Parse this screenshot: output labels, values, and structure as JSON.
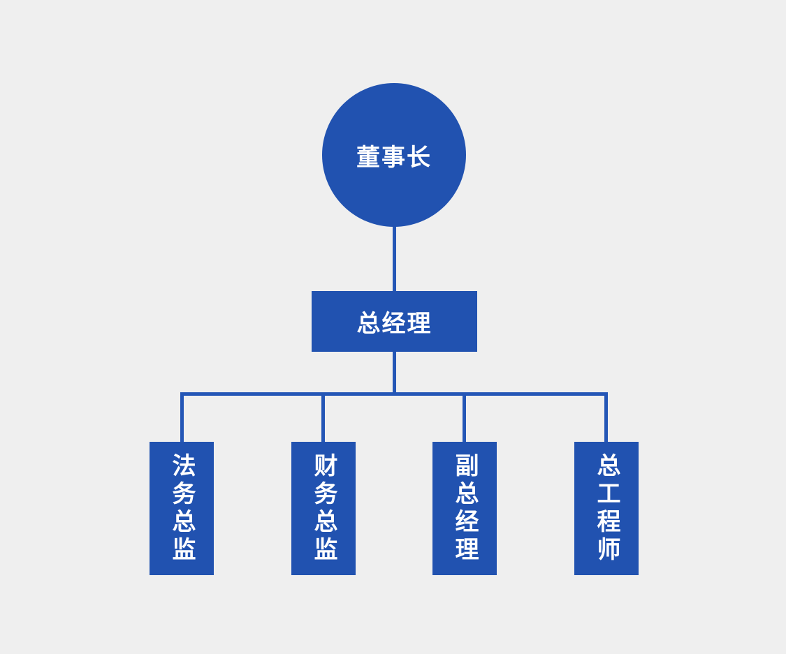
{
  "diagram": {
    "type": "org-chart",
    "background_color": "#efefef",
    "node_color": "#2152b0",
    "line_color": "#2456b6",
    "text_color": "#ffffff",
    "root": {
      "label": "董事长",
      "shape": "circle"
    },
    "manager": {
      "label": "总经理",
      "shape": "rectangle"
    },
    "children": [
      {
        "label": "法务总监",
        "shape": "vertical-rectangle"
      },
      {
        "label": "财务总监",
        "shape": "vertical-rectangle"
      },
      {
        "label": "副总经理",
        "shape": "vertical-rectangle"
      },
      {
        "label": "总工程师",
        "shape": "vertical-rectangle"
      }
    ],
    "edges": [
      {
        "from": "董事长",
        "to": "总经理"
      },
      {
        "from": "总经理",
        "to": "法务总监"
      },
      {
        "from": "总经理",
        "to": "财务总监"
      },
      {
        "from": "总经理",
        "to": "副总经理"
      },
      {
        "from": "总经理",
        "to": "总工程师"
      }
    ]
  }
}
